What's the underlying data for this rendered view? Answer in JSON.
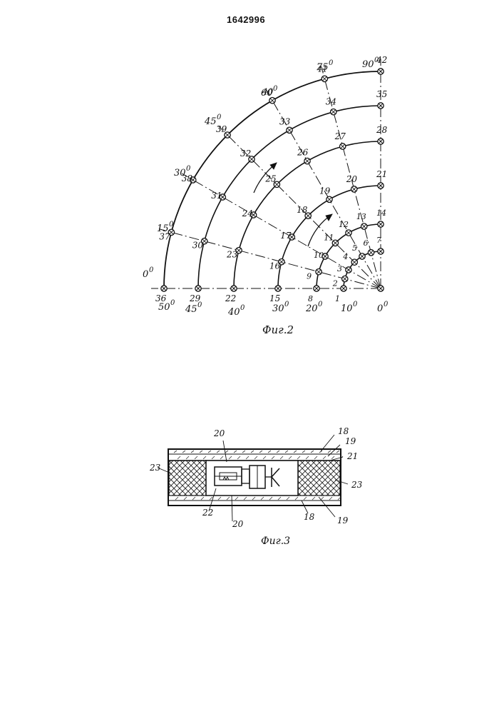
{
  "document_number": "1642996",
  "fig2": {
    "caption": "Фиг.2",
    "ring_angles": [
      {
        "value": "0",
        "deg": "0"
      },
      {
        "value": "15",
        "deg": "0"
      },
      {
        "value": "30",
        "deg": "0"
      },
      {
        "value": "45",
        "deg": "0"
      },
      {
        "value": "60",
        "deg": "0"
      },
      {
        "value": "75",
        "deg": "0"
      },
      {
        "value": "90",
        "deg": "0"
      }
    ],
    "radius_labels": [
      {
        "value": "0",
        "deg": "0"
      },
      {
        "value": "10",
        "deg": "0"
      },
      {
        "value": "20",
        "deg": "0"
      },
      {
        "value": "30",
        "deg": "0"
      },
      {
        "value": "40",
        "deg": "0"
      },
      {
        "value": "45",
        "deg": "0"
      },
      {
        "value": "50",
        "deg": "0"
      }
    ],
    "point_labels": [
      "1",
      "2",
      "3",
      "4",
      "5",
      "6",
      "7",
      "8",
      "9",
      "10",
      "11",
      "12",
      "13",
      "14",
      "15",
      "16",
      "17",
      "18",
      "19",
      "20",
      "21",
      "22",
      "23",
      "24",
      "25",
      "26",
      "27",
      "28",
      "29",
      "30",
      "31",
      "32",
      "33",
      "34",
      "35",
      "36",
      "37",
      "38",
      "39",
      "40",
      "41",
      "42"
    ]
  },
  "fig3": {
    "caption": "Фиг.3",
    "labels": {
      "top_18": "18",
      "top_19": "19",
      "top_20": "20",
      "right_21": "21",
      "left_23": "23",
      "right_23": "23",
      "bottom_22": "22",
      "bottom_20": "20",
      "bottom_18": "18",
      "bottom_19": "19"
    }
  }
}
